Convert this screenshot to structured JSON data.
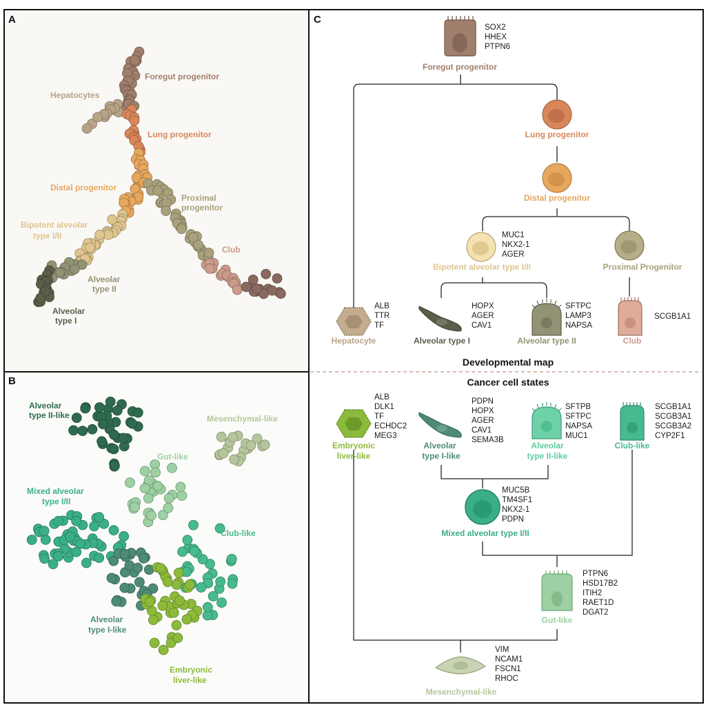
{
  "panels": {
    "a": {
      "letter": "A"
    },
    "b": {
      "letter": "B"
    },
    "c": {
      "letter": "C"
    }
  },
  "colors": {
    "foregut": "#a07f6c",
    "hepatocytes": "#b9a386",
    "lung": "#d8875a",
    "distal": "#e7a75d",
    "bipotent": "#dfc58e",
    "proximal": "#a9a17c",
    "club": "#cb9b8b",
    "at2": "#929374",
    "at1": "#5b5e48",
    "at2_like": "#2f6a4f",
    "mixed": "#3aaf86",
    "gut_like": "#9dd0a2",
    "club_like": "#47ba8f",
    "at1_like": "#4d8b77",
    "embryonic_liver": "#8cba3a",
    "mesenchymal": "#b6c69c"
  },
  "panel_a": {
    "foregut_label": "Foregut progenitor",
    "hepatocytes_label": "Hepatocytes",
    "lung_label": "Lung progenitor",
    "distal_label": "Distal progenitor",
    "proximal_label_1": "Proximal",
    "proximal_label_2": "progenitor",
    "bipotent_label_1": "Bipotent alveolar",
    "bipotent_label_2": "type I/II",
    "club_label": "Club",
    "at2_label_1": "Alveolar",
    "at2_label_2": "type II",
    "at1_label_1": "Alveolar",
    "at1_label_2": "type I"
  },
  "panel_b": {
    "at2_like_1": "Alveolar",
    "at2_like_2": "type II-like",
    "mesenchymal": "Mesenchymal-like",
    "gut_like": "Gut-like",
    "mixed_1": "Mixed alveolar",
    "mixed_2": "type I/II",
    "club_like": "Club-like",
    "at1_like_1": "Alveolar",
    "at1_like_2": "type I-like",
    "liver_1": "Embryonic",
    "liver_2": "liver-like"
  },
  "panel_c": {
    "developmental_map_title": "Developmental map",
    "cancer_states_title": "Cancer cell states",
    "foregut": {
      "label": "Foregut progenitor",
      "genes": [
        "SOX2",
        "HHEX",
        "PTPN6"
      ]
    },
    "lung": {
      "label": "Lung progenitor"
    },
    "distal": {
      "label": "Distal progenitor"
    },
    "bipotent": {
      "label": "Bipotent alveolar type I/II",
      "genes": [
        "MUC1",
        "NKX2-1",
        "AGER"
      ]
    },
    "proximal": {
      "label": "Proximal Progenitor"
    },
    "hepatocyte": {
      "label": "Hepatocyte",
      "genes": [
        "ALB",
        "TTR",
        "TF"
      ]
    },
    "at1": {
      "label": "Alveolar type I",
      "genes": [
        "HOPX",
        "AGER",
        "CAV1"
      ]
    },
    "at2": {
      "label": "Alveolar type II",
      "genes": [
        "SFTPC",
        "LAMP3",
        "NAPSA"
      ]
    },
    "club": {
      "label": "Club",
      "genes": [
        "SCGB1A1"
      ]
    },
    "liver_like": {
      "label_1": "Embryonic",
      "label_2": "liver-like",
      "genes": [
        "ALB",
        "DLK1",
        "TF",
        "ECHDC2",
        "MEG3"
      ]
    },
    "at1_like": {
      "label_1": "Alveolar",
      "label_2": "type I-like",
      "genes": [
        "PDPN",
        "HOPX",
        "AGER",
        "CAV1",
        "SEMA3B"
      ]
    },
    "at2_like": {
      "label_1": "Alveolar",
      "label_2": "type II-like",
      "genes": [
        "SFTPB",
        "SFTPC",
        "NAPSA",
        "MUC1"
      ]
    },
    "club_like": {
      "label": "Club-like",
      "genes": [
        "SCGB1A1",
        "SCGB3A1",
        "SCGB3A2",
        "CYP2F1"
      ]
    },
    "mixed": {
      "label": "Mixed alveolar type I/II",
      "genes": [
        "MUC5B",
        "TM4SF1",
        "NKX2-1",
        "PDPN"
      ]
    },
    "gut_like": {
      "label": "Gut-like",
      "genes": [
        "PTPN6",
        "HSD17B2",
        "ITIH2",
        "RAET1D",
        "DGAT2"
      ]
    },
    "mesenchymal": {
      "label": "Mesenchymal-like",
      "genes": [
        "VIM",
        "NCAM1",
        "FSCN1",
        "RHOC"
      ]
    }
  }
}
